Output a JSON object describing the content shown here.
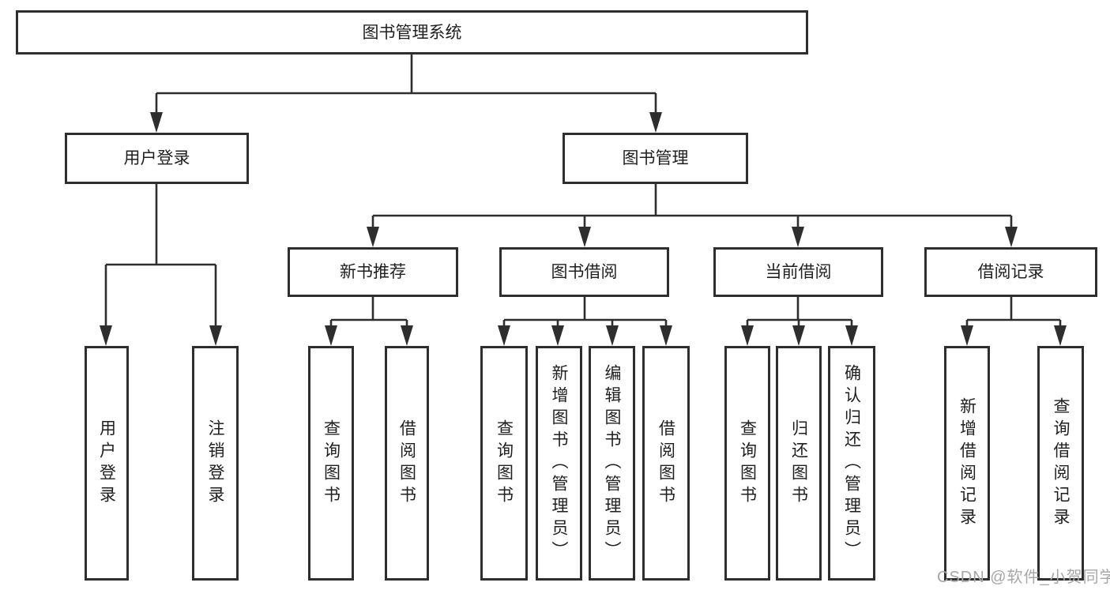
{
  "diagram": {
    "title": "图书管理系统",
    "level2": {
      "user_login": "用户登录",
      "book_management": "图书管理"
    },
    "level3": {
      "new_book_recommend": "新书推荐",
      "book_borrow": "图书借阅",
      "current_borrow": "当前借阅",
      "borrow_record": "借阅记录"
    },
    "leaves": {
      "user_login": "用户登录",
      "logout": "注销登录",
      "nbr_query_book": "查询图书",
      "nbr_borrow_book": "借阅图书",
      "bb_query_book": "查询图书",
      "bb_add_book": "新增图书（管理员）",
      "bb_edit_book": "编辑图书（管理员）",
      "bb_borrow_book": "借阅图书",
      "cb_query_book": "查询图书",
      "cb_return_book": "归还图书",
      "cb_confirm_return": "确认归还（管理员）",
      "br_add_record": "新增借阅记录",
      "br_query_record": "查询借阅记录"
    }
  },
  "watermark": "CSDN @软件_小贺同学",
  "colors": {
    "line": "#2e2e2e",
    "text": "#1f1f1f",
    "watermark": "#a7a7a7",
    "background": "#ffffff"
  }
}
